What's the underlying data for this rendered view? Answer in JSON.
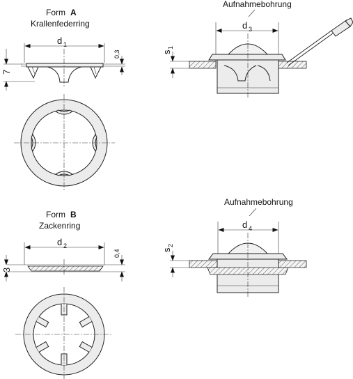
{
  "form_a": {
    "form_word": "Form",
    "letter": "A",
    "name": "Krallenfederring",
    "dim_diameter": "d",
    "dim_diameter_sub": "1",
    "dim_thickness": "0,3",
    "dim_height": "7"
  },
  "form_b": {
    "form_word": "Form",
    "letter": "B",
    "name": "Zackenring",
    "dim_diameter": "d",
    "dim_diameter_sub": "2",
    "dim_thickness": "0,4",
    "dim_height": "3"
  },
  "install_top": {
    "title": "Aufnahmebohrung",
    "dim_diameter": "d",
    "dim_diameter_sub": "3",
    "dim_plate": "s",
    "dim_plate_sub": "1"
  },
  "install_bottom": {
    "title": "Aufnahmebohrung",
    "dim_diameter": "d",
    "dim_diameter_sub": "4",
    "dim_plate": "s",
    "dim_plate_sub": "2"
  }
}
